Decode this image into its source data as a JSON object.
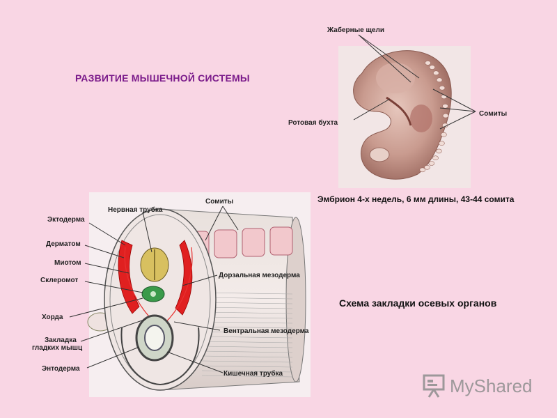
{
  "title": "РАЗВИТИЕ МЫШЕЧНОЙ СИСТЕМЫ",
  "embryo": {
    "caption": "Эмбрион 4-х недель, 6 мм длины, 43-44 сомита",
    "labels": {
      "gill_slits": "Жаберные щели",
      "oral_bay": "Ротовая бухта",
      "somites": "Сомиты"
    }
  },
  "scheme": {
    "caption": "Схема закладки осевых органов",
    "labels": {
      "ectoderm": "Эктодерма",
      "neural_tube": "Нервная трубка",
      "somites": "Сомиты",
      "dermatome": "Дерматом",
      "myotome": "Миотом",
      "sclerotome": "Склеромот",
      "dorsal_mesoderm": "Дорзальная мезодерма",
      "chord": "Хорда",
      "smooth_muscle_line1": "Закладка",
      "smooth_muscle_line2": "гладких мышц",
      "ventral_mesoderm": "Вентральная мезодерма",
      "endoderm": "Энтодерма",
      "gut_tube": "Кишечная трубка"
    }
  },
  "watermark": {
    "text": "MyShared",
    "icon": "presentation-board-icon"
  },
  "colors": {
    "background": "#f9d6e4",
    "title": "#7a1a8a",
    "embryo": "#c89a8e",
    "muscle": "#e02020",
    "neural": "#d8c060",
    "chord": "#3a9a4a"
  }
}
